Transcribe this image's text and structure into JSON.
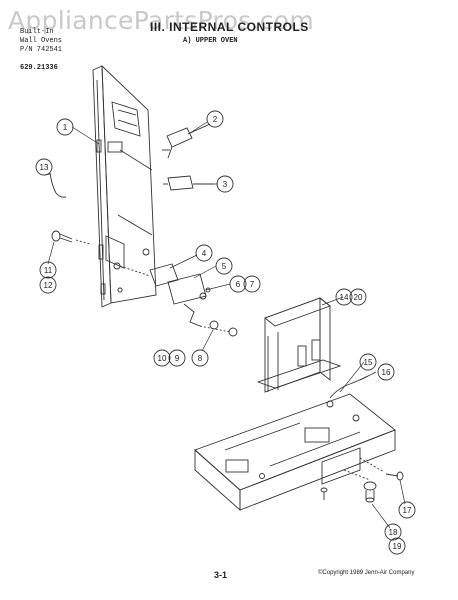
{
  "watermark": "AppliancePartsPros.com",
  "header": {
    "line1": "Built-In",
    "line2": "Wall Ovens",
    "line3": "P/N 742541",
    "title": "III. INTERNAL CONTROLS",
    "subtitle": "A)  UPPER OVEN"
  },
  "model": "629.21336",
  "callouts": [
    "1",
    "2",
    "3",
    "13",
    "4",
    "5",
    "6",
    "7",
    "11",
    "12",
    "10",
    "9",
    "8",
    "14",
    "20",
    "15",
    "16",
    "17",
    "18",
    "19"
  ],
  "footer": {
    "page": "3-1",
    "copyright": "©Copyright 1989 Jenn-Air Company"
  }
}
